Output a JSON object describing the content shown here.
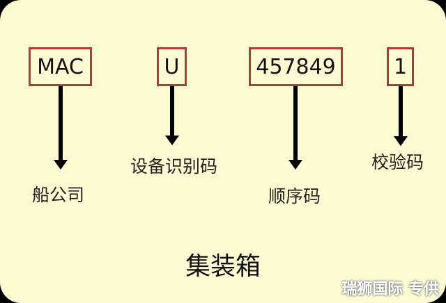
{
  "diagram": {
    "title": "集装箱",
    "segments": [
      {
        "code": "MAC",
        "label": "船公司"
      },
      {
        "code": "U",
        "label": "设备识别码"
      },
      {
        "code": "457849",
        "label": "顺序码"
      },
      {
        "code": "1",
        "label": "校验码"
      }
    ]
  },
  "watermark": "瑞狮国际 专供",
  "colors": {
    "background": "#FCFBD1",
    "box_border": "#B03A3A",
    "arrow": "#000000"
  }
}
